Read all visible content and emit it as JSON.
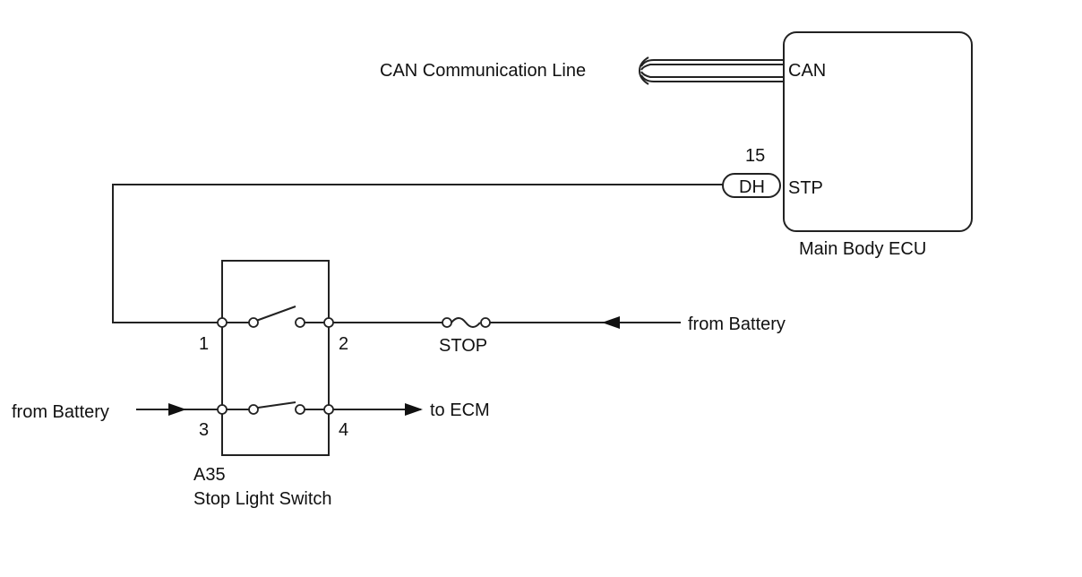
{
  "ecu": {
    "name": "Main Body ECU",
    "can_pin": "CAN",
    "stp_pin": "STP",
    "stp_pin_number": "15",
    "connector": "DH"
  },
  "can_line": {
    "label": "CAN Communication Line"
  },
  "switch": {
    "code": "A35",
    "name": "Stop Light Switch",
    "pins": [
      "1",
      "2",
      "3",
      "4"
    ]
  },
  "fuse": {
    "label": "STOP"
  },
  "labels": {
    "from_battery_right": "from Battery",
    "from_battery_left": "from Battery",
    "to_ecm": "to ECM"
  },
  "colors": {
    "line": "#222222",
    "background": "#ffffff"
  }
}
